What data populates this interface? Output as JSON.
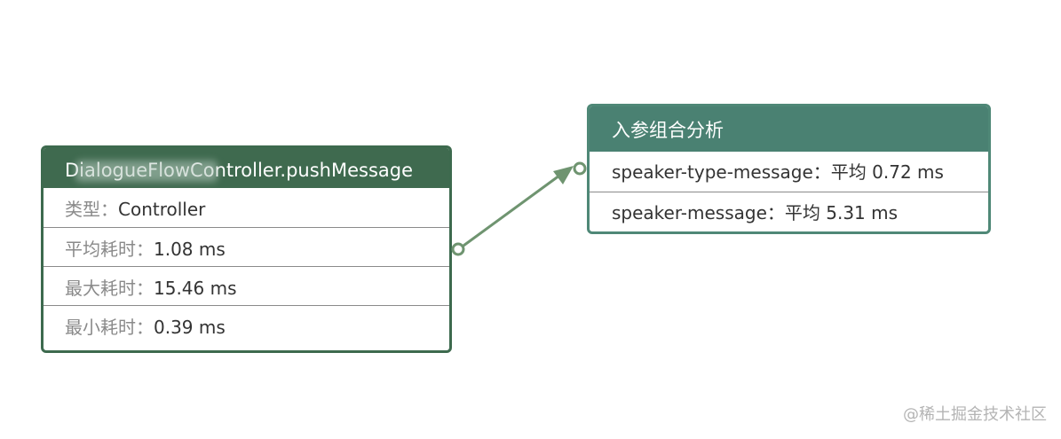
{
  "left_node": {
    "title": "DialogueFlowController.pushMessage",
    "rows": [
      {
        "label": "类型：",
        "value": "Controller"
      },
      {
        "label": "平均耗时：",
        "value": "1.08 ms"
      },
      {
        "label": "最大耗时：",
        "value": "15.46 ms"
      },
      {
        "label": "最小耗时：",
        "value": "0.39 ms"
      }
    ]
  },
  "right_node": {
    "title": "入参组合分析",
    "rows": [
      {
        "text": "speaker-type-message：平均 0.72 ms"
      },
      {
        "text": "speaker-message：平均 5.31 ms"
      }
    ]
  },
  "connector": {
    "color": "#6f9470"
  },
  "colors": {
    "left_header": "#3f6a4f",
    "right_header": "#4a8172",
    "label_gray": "#8a8a8a",
    "value_text": "#333333"
  },
  "watermark": "@稀土掘金技术社区"
}
